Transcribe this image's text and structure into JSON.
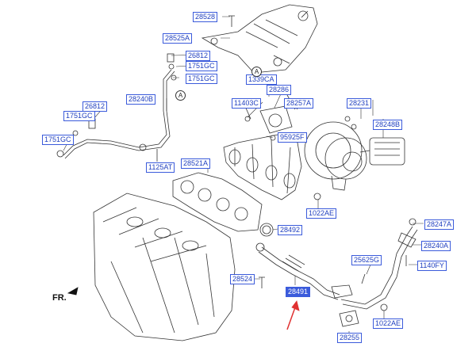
{
  "labels": {
    "p28528": "28528",
    "p28525A": "28525A",
    "p26812_top": "26812",
    "p1751GC_a": "1751GC",
    "p1751GC_b": "1751GC",
    "p1339CA": "1339CA",
    "p28286": "28286",
    "p28240B": "28240B",
    "p26812_left": "26812",
    "p1751GC_c": "1751GC",
    "p11403C": "11403C",
    "p28257A": "28257A",
    "p28231": "28231",
    "p28248B": "28248B",
    "p1751GC_d": "1751GC",
    "p95925F": "95925F",
    "p1125AT": "1125AT",
    "p28521A": "28521A",
    "p1022AE_top": "1022AE",
    "p28247A": "28247A",
    "p28492": "28492",
    "p28240A": "28240A",
    "p25625G": "25625G",
    "p1140FY": "1140FY",
    "p28524": "28524",
    "p28491": "28491",
    "p1022AE_bottom": "1022AE",
    "p28255": "28255"
  },
  "refs": {
    "a1": "A",
    "a2": "A"
  },
  "front_marker": "FR.",
  "colors": {
    "label_border": "#3b5bdb",
    "label_text": "#1f3fbf",
    "pointer_arrow": "#e03131",
    "line": "#333333"
  }
}
